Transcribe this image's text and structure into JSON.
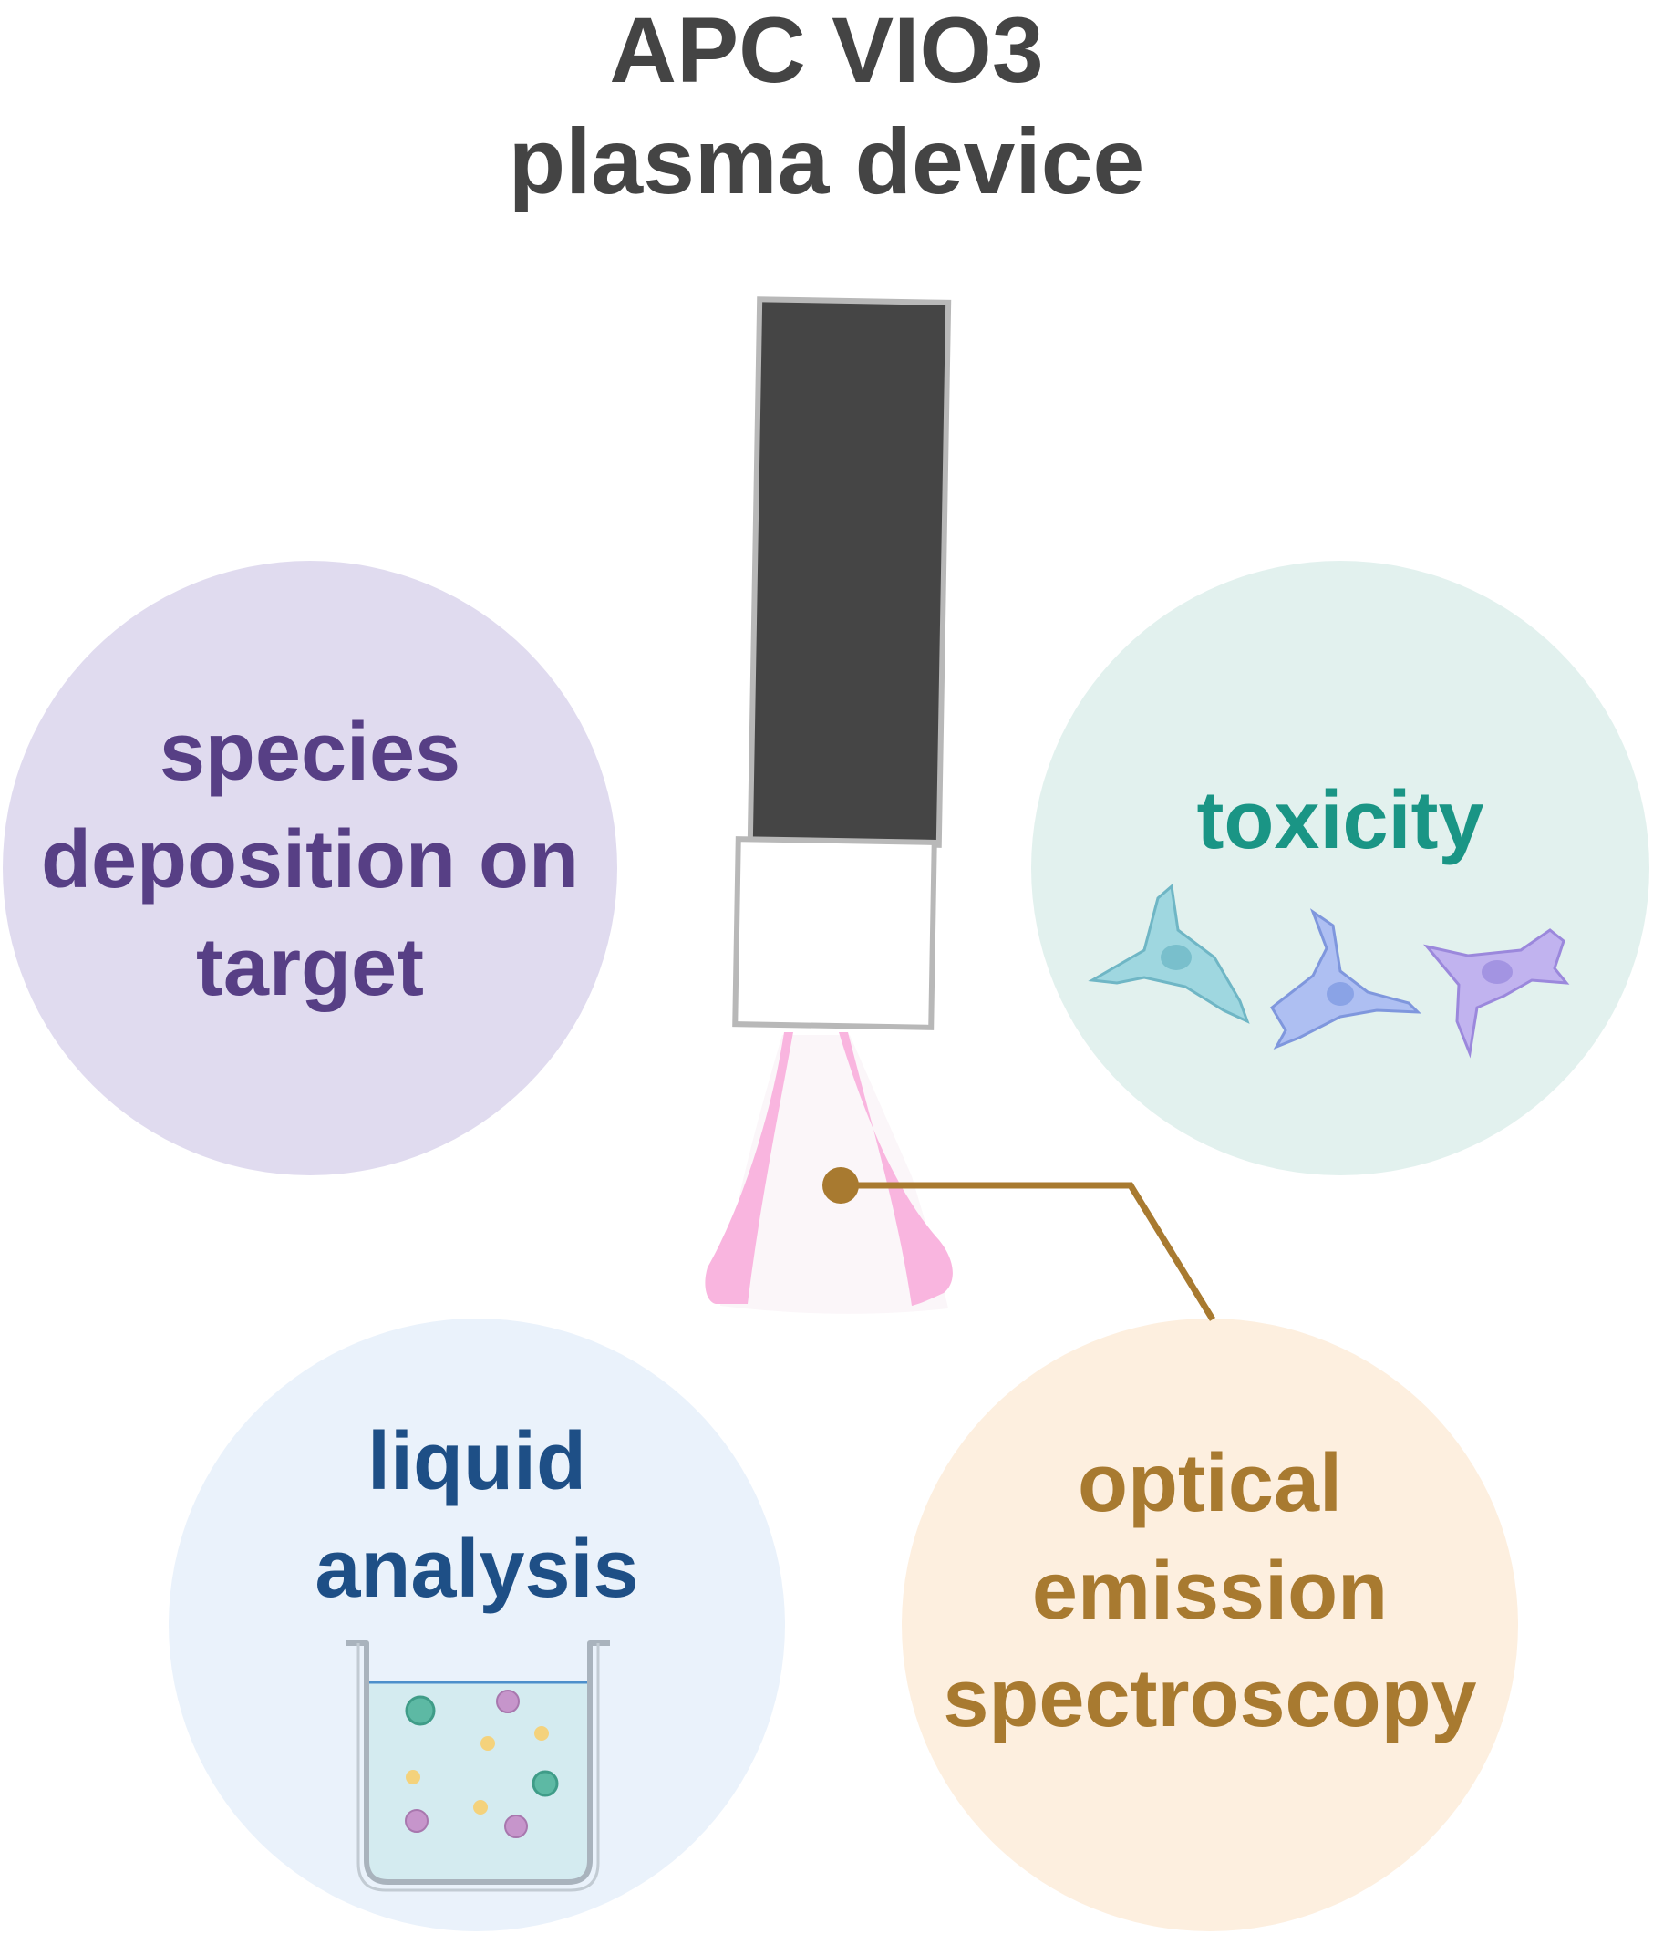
{
  "title": {
    "line1": "APC VIO3",
    "line2": "plasma device"
  },
  "circles": {
    "species": {
      "lines": [
        "species",
        "deposition on",
        "target"
      ],
      "color": "#573f85",
      "fill": "#e0dbef"
    },
    "toxicity": {
      "lines": [
        "toxicity"
      ],
      "color": "#1a9585",
      "fill": "#e2f1ee"
    },
    "liquid": {
      "lines": [
        "liquid",
        "analysis"
      ],
      "color": "#1e4f86",
      "fill": "#eaf2fb"
    },
    "oes": {
      "lines": [
        "optical",
        "emission",
        "spectroscopy"
      ],
      "color": "#a87a30",
      "fill": "#fdefdf"
    }
  },
  "colors": {
    "device_body": "#454545",
    "plasma_plume": "#f9b5df",
    "connector": "#a87a30"
  },
  "icons": {
    "device": "plasma-device-icon",
    "plume": "plasma-plume-icon",
    "cells": "cell-icon",
    "beaker": "beaker-icon"
  }
}
